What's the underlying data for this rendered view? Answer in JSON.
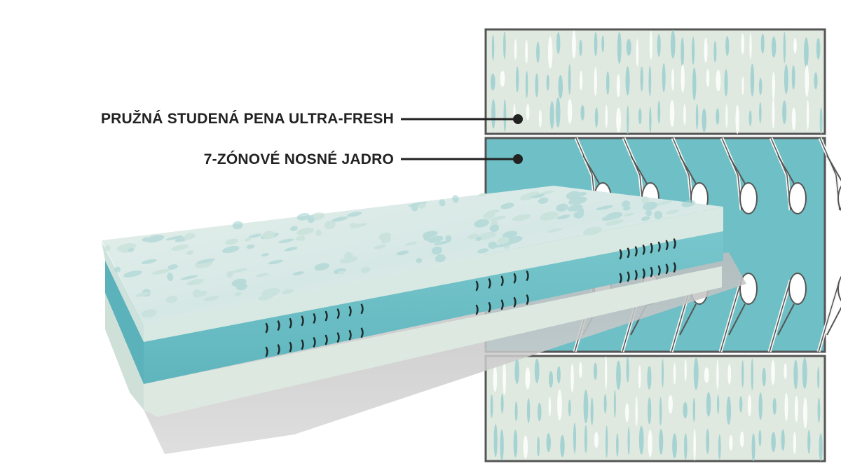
{
  "labels": {
    "top_layer": "PRUŽNÁ STUDENÁ PENA ULTRA-FRESH",
    "core_layer": "7-ZÓNOVÉ NOSNÉ JADRO"
  },
  "colors": {
    "comfort_foam": "#dfe9df",
    "comfort_foam_streak": "#9fcfd0",
    "core_foam": "#6fbfc6",
    "core_foam_dark": "#4fa9b2",
    "outline": "#555555",
    "leader": "#222222",
    "shadow": "#c9c9c9"
  },
  "core_zone_count": 7
}
